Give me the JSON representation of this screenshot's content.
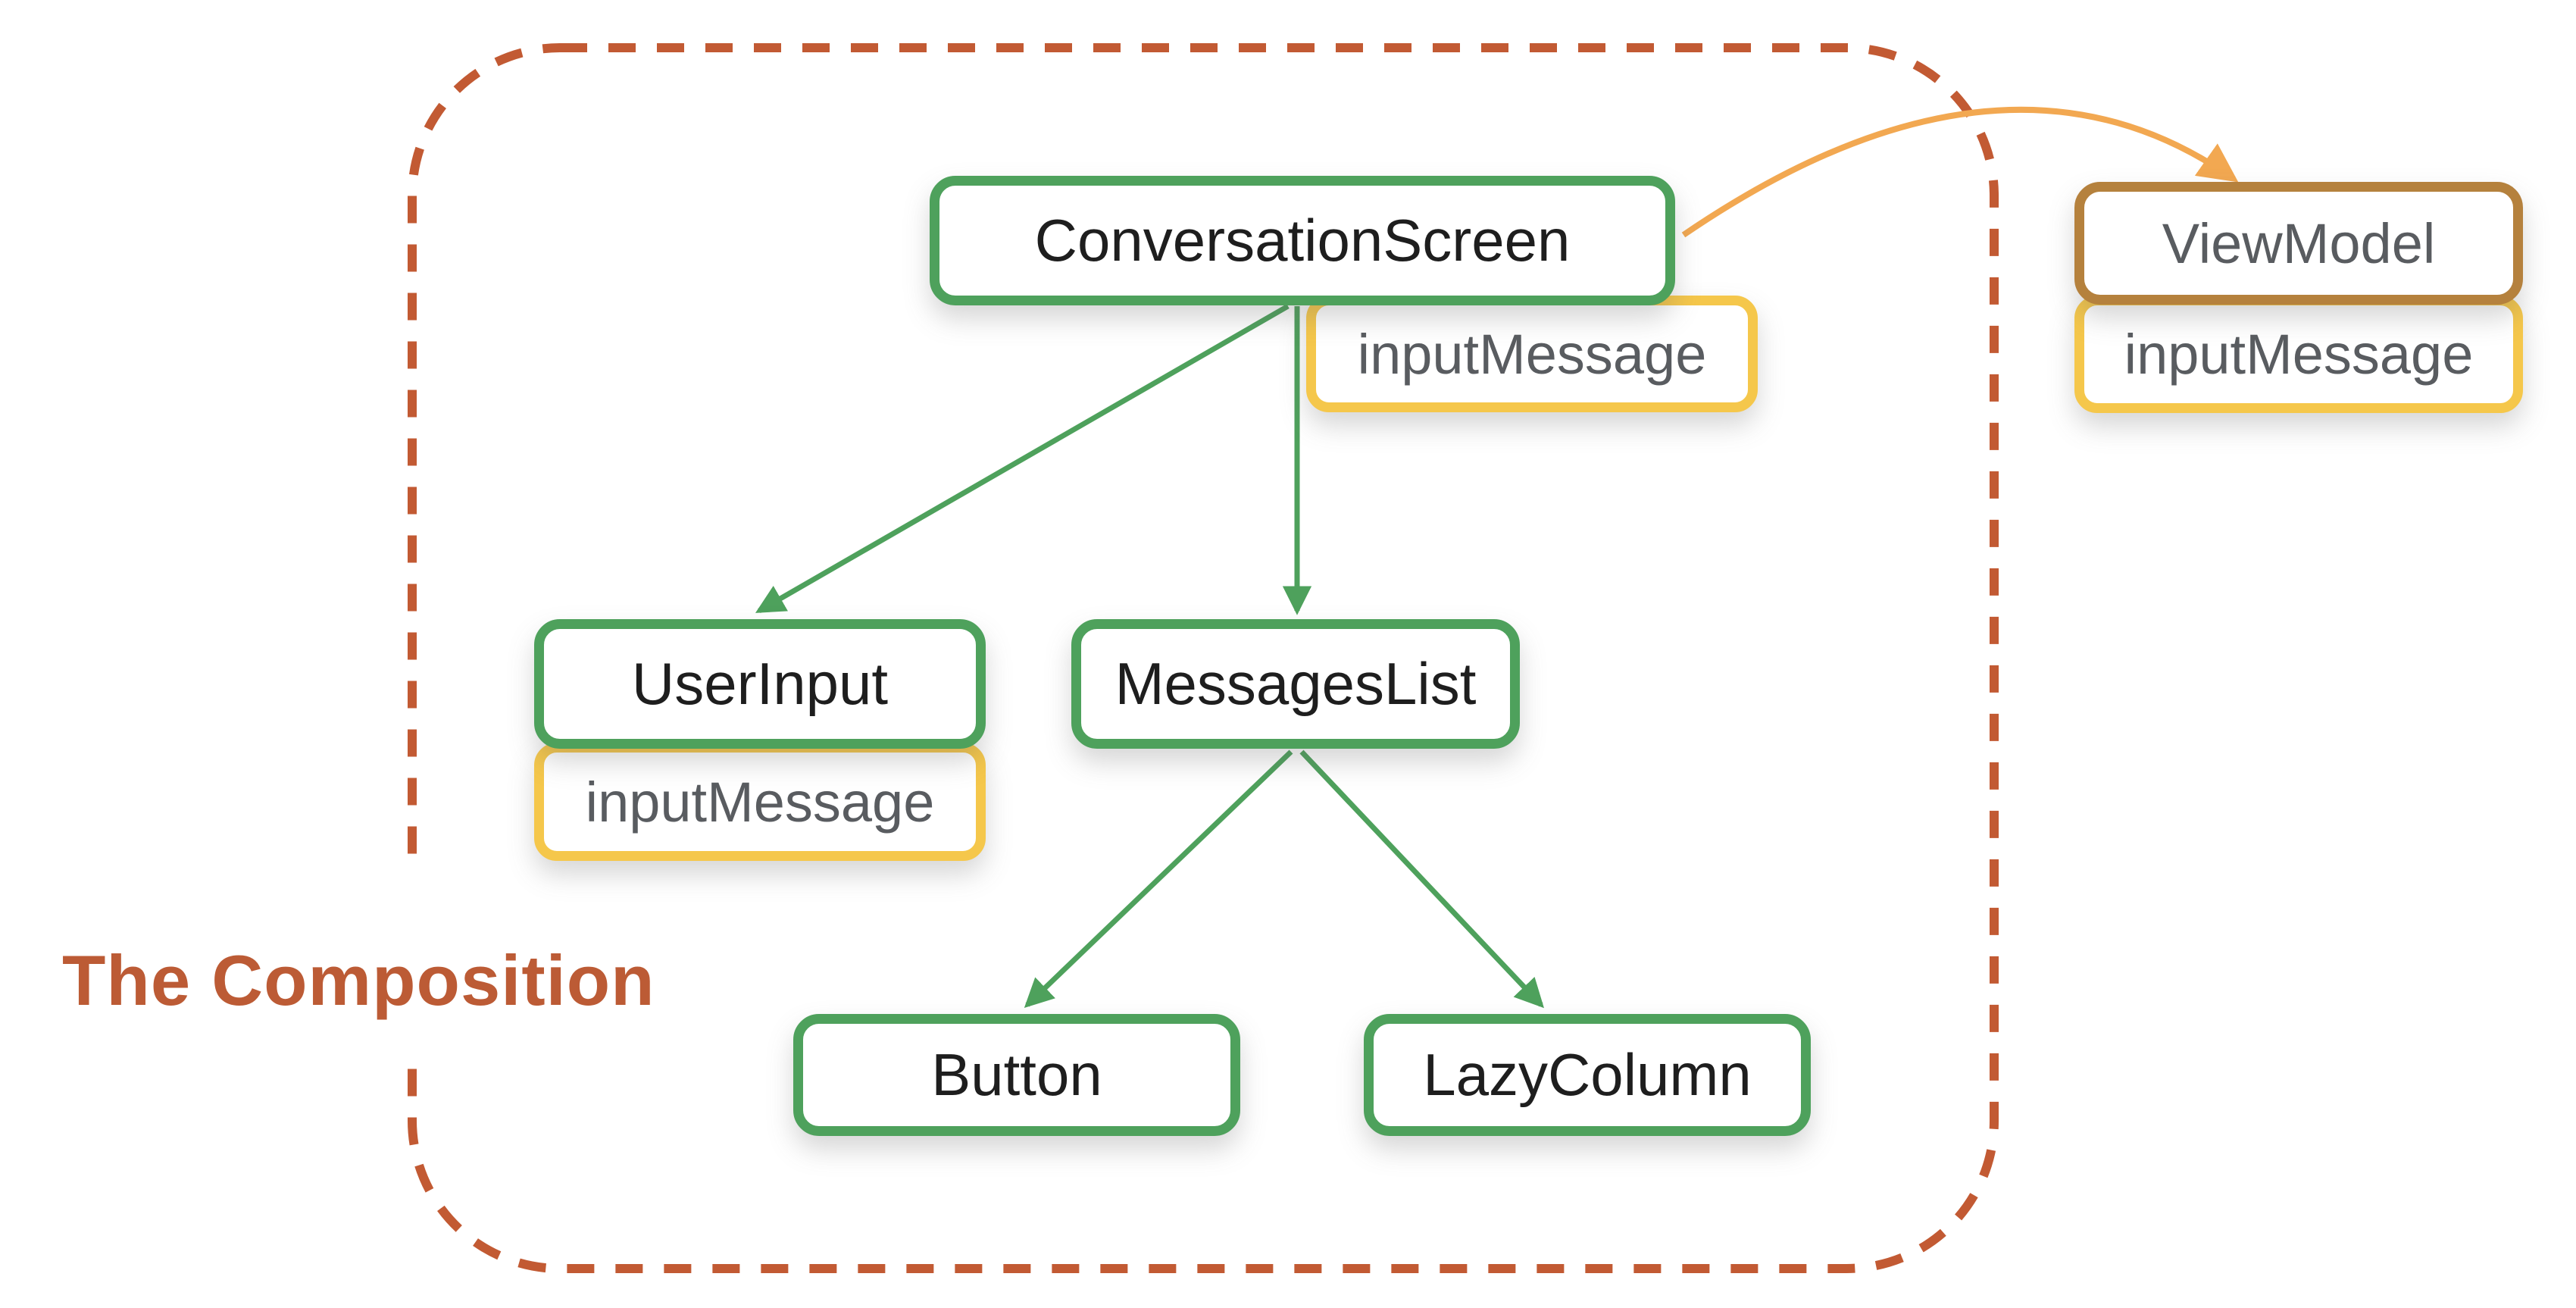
{
  "title": {
    "label": "The Composition"
  },
  "colors": {
    "green": "#4EA15C",
    "yellow": "#F5C74B",
    "brown": "#B5813D",
    "orange": "#F2A851",
    "dash": "#C25A33",
    "title": "#BC5B35",
    "text_dark": "#1E1E1E",
    "text_gray": "#595C60"
  },
  "nodes": {
    "conversation_screen": {
      "label": "ConversationScreen"
    },
    "user_input": {
      "label": "UserInput"
    },
    "messages_list": {
      "label": "MessagesList"
    },
    "button": {
      "label": "Button"
    },
    "lazy_column": {
      "label": "LazyColumn"
    },
    "view_model": {
      "label": "ViewModel"
    }
  },
  "states": {
    "conversation_screen_state": {
      "label": "inputMessage"
    },
    "user_input_state": {
      "label": "inputMessage"
    },
    "view_model_state": {
      "label": "inputMessage"
    }
  },
  "edges": [
    {
      "from": "ConversationScreen",
      "to": "UserInput",
      "style": "green-arrow"
    },
    {
      "from": "ConversationScreen",
      "to": "MessagesList",
      "style": "green-arrow"
    },
    {
      "from": "MessagesList",
      "to": "Button",
      "style": "green-arrow"
    },
    {
      "from": "MessagesList",
      "to": "LazyColumn",
      "style": "green-arrow"
    },
    {
      "from": "ConversationScreen",
      "to": "ViewModel",
      "style": "orange-curved-arrow"
    }
  ]
}
